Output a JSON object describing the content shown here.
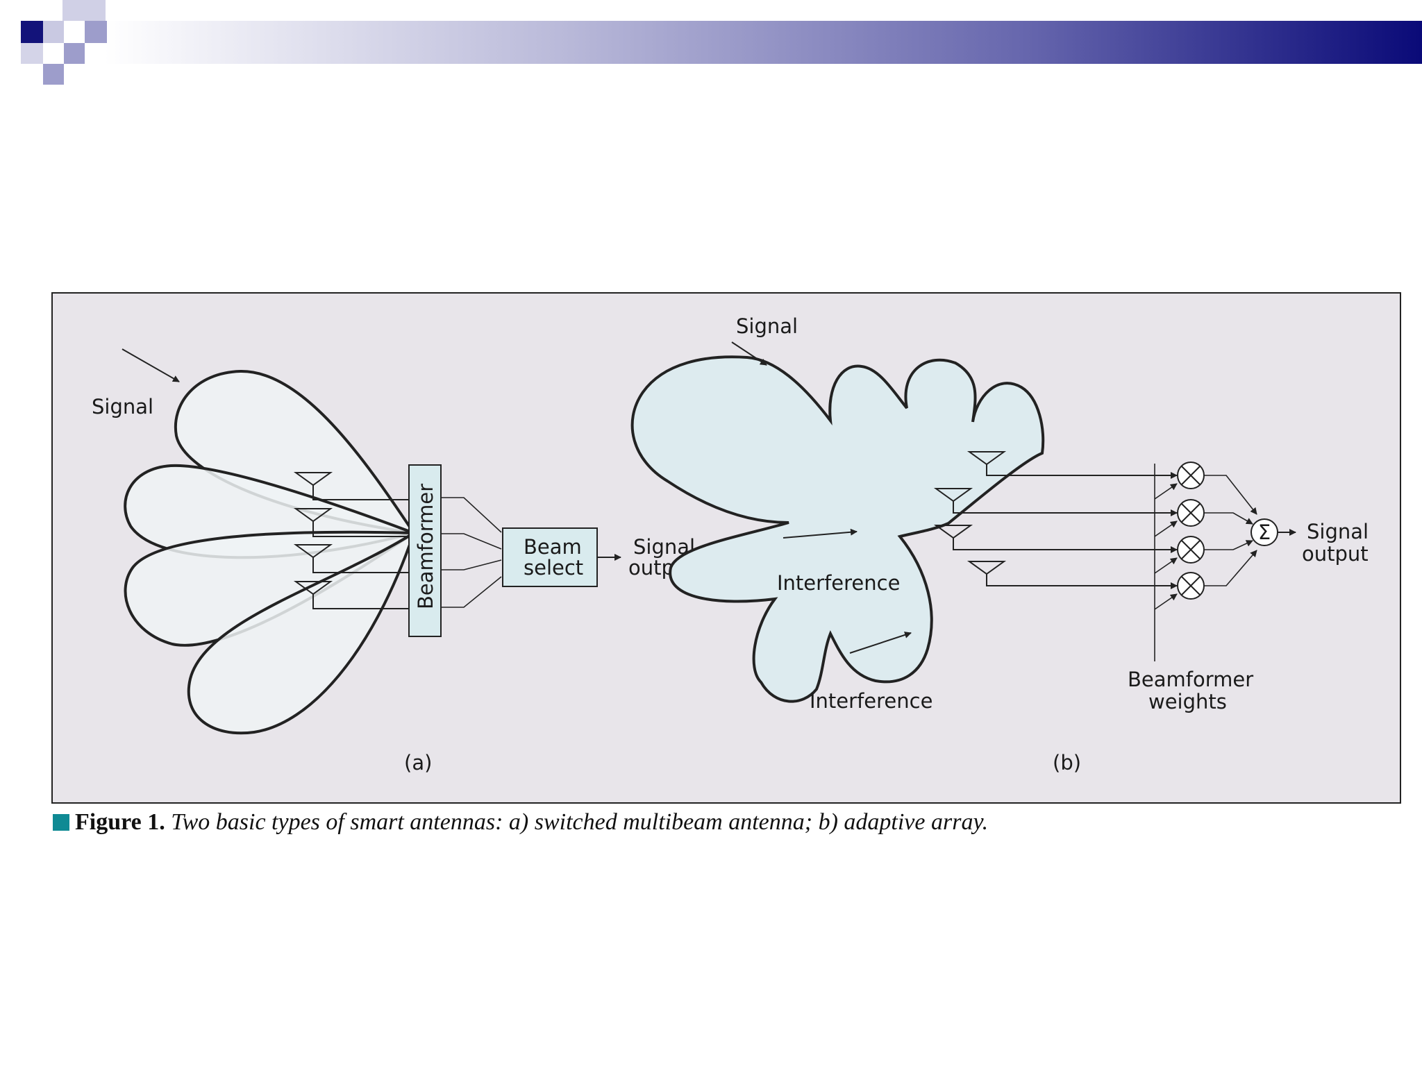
{
  "header": {
    "accent_dark": "#13137a",
    "accent_mid": "#7a7ab8",
    "accent_light": "#b9b9d9"
  },
  "diagram_a": {
    "signal_label": "Signal",
    "beamformer_label": "Beamformer",
    "beam_select_line1": "Beam",
    "beam_select_line2": "select",
    "output_line1": "Signal",
    "output_line2": "output",
    "panel_label": "(a)"
  },
  "diagram_b": {
    "signal_label": "Signal",
    "interference_label_1": "Interference",
    "interference_label_2": "Interference",
    "sum_symbol": "Σ",
    "output_line1": "Signal",
    "output_line2": "output",
    "weights_line1": "Beamformer",
    "weights_line2": "weights",
    "panel_label": "(b)"
  },
  "caption": {
    "label": "Figure 1.",
    "text": "Two basic types of smart antennas: a) switched multibeam antenna; b) adaptive array.",
    "square_color": "#0f8a94"
  }
}
